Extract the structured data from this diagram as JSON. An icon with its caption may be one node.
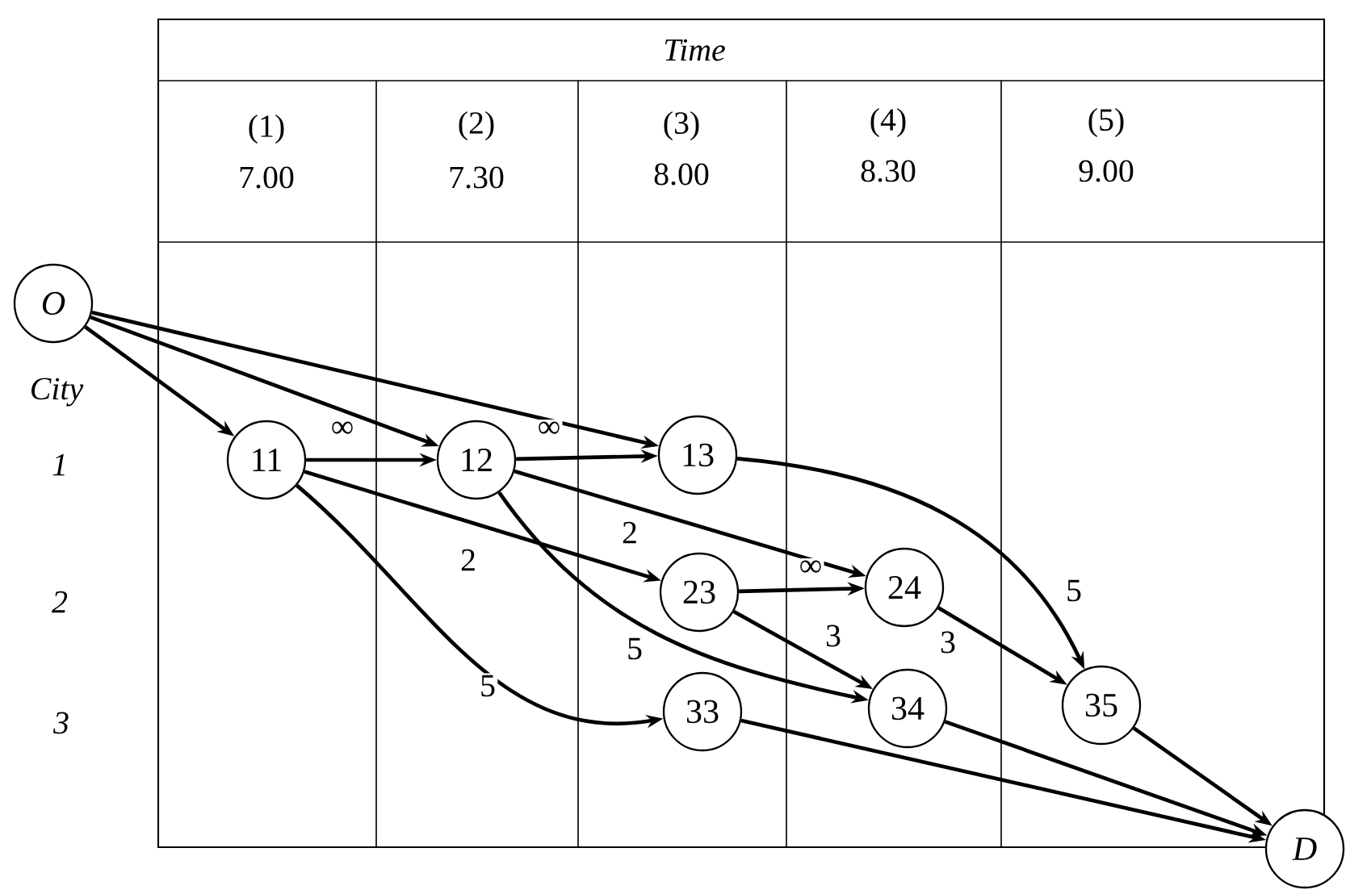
{
  "diagram": {
    "nodes": [
      {
        "text": [
          "O"
        ]
      },
      {
        "text": [
          "11"
        ]
      },
      {
        "text": [
          "12"
        ]
      },
      {
        "text": [
          "13"
        ]
      },
      {
        "text": [
          "23"
        ]
      },
      {
        "text": [
          "24"
        ]
      },
      {
        "text": [
          "33"
        ]
      },
      {
        "text": [
          "34"
        ]
      },
      {
        "text": [
          "35"
        ]
      },
      {
        "text": [
          "D"
        ]
      }
    ],
    "edges": [
      {
        "from": 0,
        "to": 1,
        "arrow": "to"
      },
      {
        "from": 0,
        "to": 2,
        "arrow": "to"
      },
      {
        "from": 0,
        "to": 3,
        "arrow": "to"
      },
      {
        "from": 1,
        "to": 2,
        "arrow": "to",
        "label": "∞"
      },
      {
        "from": 2,
        "to": 3,
        "arrow": "to",
        "label": "∞"
      },
      {
        "from": 1,
        "to": 4,
        "arrow": "to",
        "label": "2"
      },
      {
        "from": 1,
        "to": 6,
        "arrow": "to",
        "label": "5"
      },
      {
        "from": 2,
        "to": 5,
        "arrow": "to",
        "label": "2"
      },
      {
        "from": 2,
        "to": 7,
        "arrow": "to",
        "label": "5"
      },
      {
        "from": 4,
        "to": 5,
        "arrow": "to",
        "label": "∞"
      },
      {
        "from": 4,
        "to": 7,
        "arrow": "to",
        "label": "3"
      },
      {
        "from": 3,
        "to": 8,
        "arrow": "to",
        "label": "5"
      },
      {
        "from": 5,
        "to": 8,
        "arrow": "to",
        "label": "3"
      },
      {
        "from": 6,
        "to": 9,
        "arrow": "to"
      },
      {
        "from": 7,
        "to": 9,
        "arrow": "to"
      },
      {
        "from": 8,
        "to": 9,
        "arrow": "to"
      }
    ],
    "labels": [
      "Time",
      "(1)",
      "7.00",
      "(2)",
      "7.30",
      "(3)",
      "8.00",
      "(4)",
      "8.30",
      "(5)",
      "9.00",
      "City",
      "1",
      "2",
      "3"
    ]
  }
}
